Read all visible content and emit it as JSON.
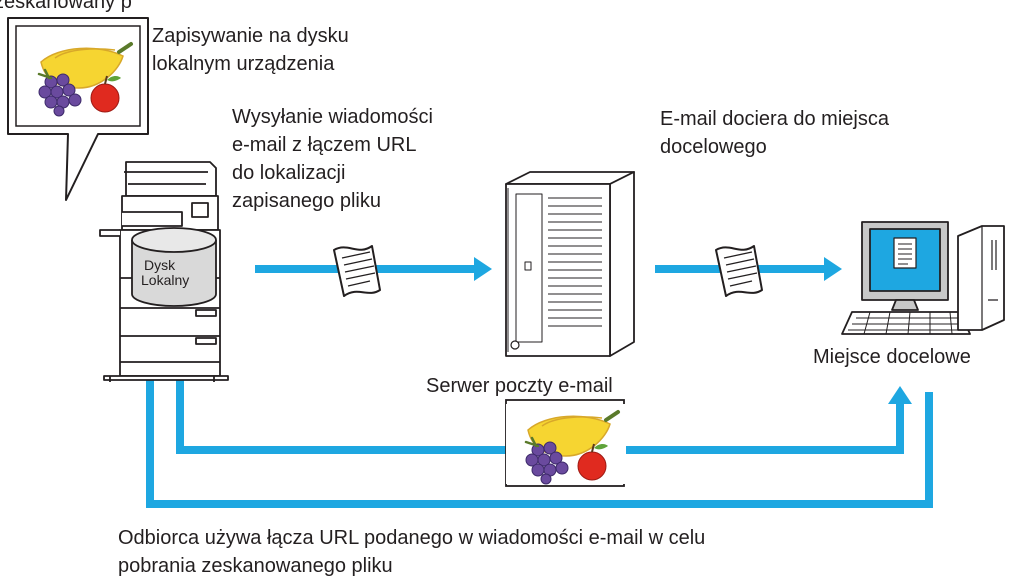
{
  "header_fragment": "zeskanowany p",
  "labels": {
    "local_save": [
      "Zapisywanie na dysku",
      "lokalnym urządzenia"
    ],
    "send_email": [
      "Wysyłanie wiadomości",
      "e-mail z łączem URL",
      "do lokalizacji",
      "zapisanego pliku"
    ],
    "email_arrives": [
      "E-mail dociera do miejsca",
      "docelowego"
    ],
    "mail_server": "Serwer poczty e-mail",
    "destination": "Miejsce docelowe",
    "recipient_note": [
      "Odbiorca używa łącza URL podanego w wiadomości e-mail w celu",
      "pobrania zeskanowanego pliku"
    ]
  },
  "disk": [
    "Dysk",
    "Lokalny"
  ],
  "icons": {
    "machine": "multifunction-printer-icon",
    "disk": "local-disk-icon",
    "document": "email-document-icon",
    "server": "mail-server-icon",
    "computer": "destination-computer-icon",
    "image": "scanned-fruit-image-icon"
  },
  "colors": {
    "arrow": "#1ea7e1",
    "text": "#231f20",
    "outline": "#231f20"
  }
}
